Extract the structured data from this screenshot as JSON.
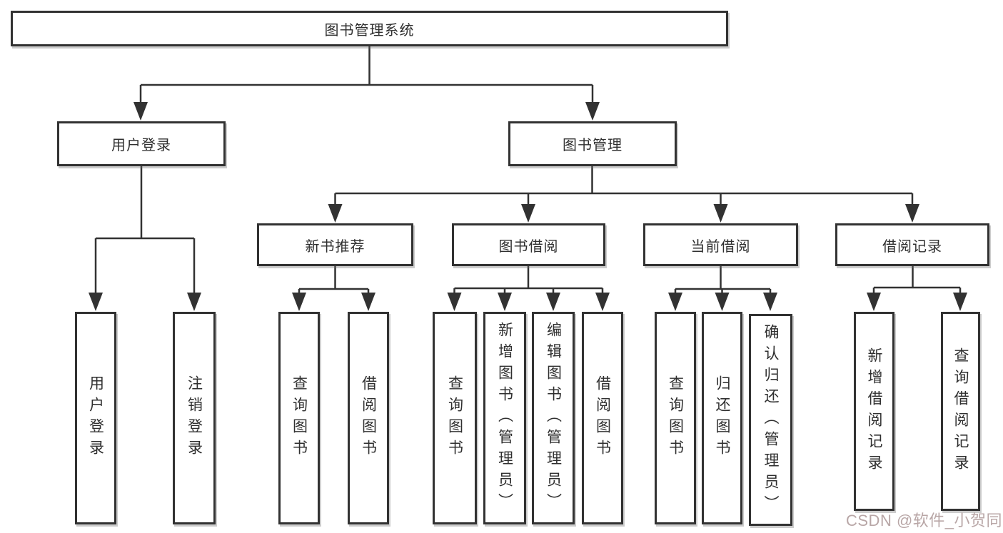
{
  "tree": {
    "label": "图书管理系统",
    "children": [
      {
        "label": "用户登录",
        "children": [
          {
            "label": "用户登录"
          },
          {
            "label": "注销登录"
          }
        ]
      },
      {
        "label": "图书管理",
        "children": [
          {
            "label": "新书推荐",
            "children": [
              {
                "label": "查询图书"
              },
              {
                "label": "借阅图书"
              }
            ]
          },
          {
            "label": "图书借阅",
            "children": [
              {
                "label": "查询图书"
              },
              {
                "label": "新增图书（管理员）"
              },
              {
                "label": "编辑图书（管理员）"
              },
              {
                "label": "借阅图书"
              }
            ]
          },
          {
            "label": "当前借阅",
            "children": [
              {
                "label": "查询图书"
              },
              {
                "label": "归还图书"
              },
              {
                "label": "确认归还（管理员）"
              }
            ]
          },
          {
            "label": "借阅记录",
            "children": [
              {
                "label": "新增借阅记录"
              },
              {
                "label": "查询借阅记录"
              }
            ]
          }
        ]
      }
    ]
  },
  "watermark": {
    "text": "CSDN @软件_小贺同学"
  },
  "colors": {
    "line": "#323232",
    "box_border": "#323232",
    "background": "#ffffff",
    "watermark": "#b09c9c"
  }
}
